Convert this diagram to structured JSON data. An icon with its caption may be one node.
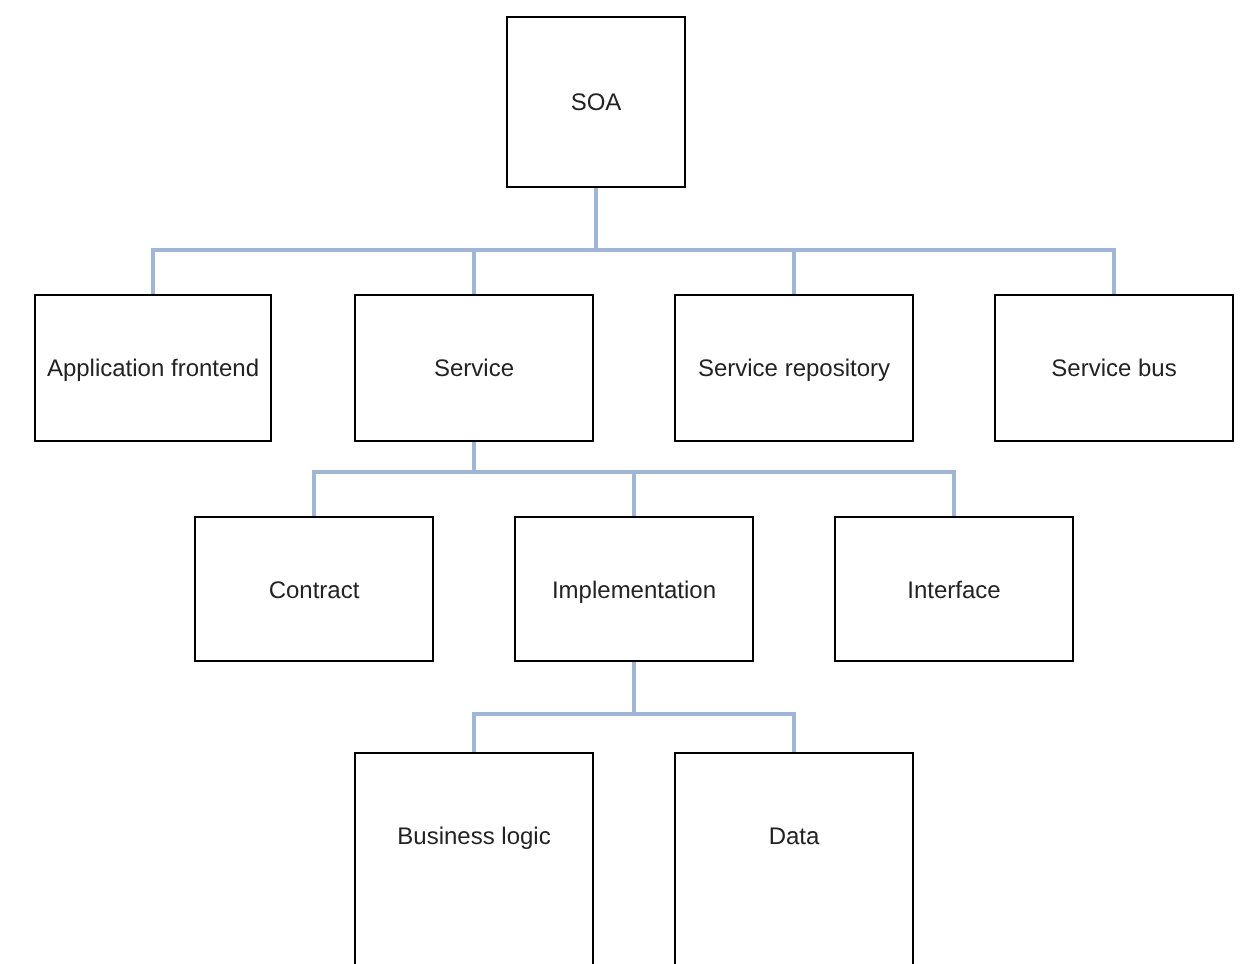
{
  "diagram": {
    "nodes": [
      {
        "text": [
          "SOA"
        ]
      },
      {
        "text": [
          "Application frontend"
        ]
      },
      {
        "text": [
          "Service"
        ]
      },
      {
        "text": [
          "Service repository"
        ]
      },
      {
        "text": [
          "Service bus"
        ]
      },
      {
        "text": [
          "Contract"
        ]
      },
      {
        "text": [
          "Implementation"
        ]
      },
      {
        "text": [
          "Interface"
        ]
      },
      {
        "text": [
          "Business logic"
        ]
      },
      {
        "text": [
          "Data"
        ]
      }
    ],
    "edges": [
      {
        "from": 0,
        "to": 1,
        "arrow": "none"
      },
      {
        "from": 0,
        "to": 2,
        "arrow": "none"
      },
      {
        "from": 0,
        "to": 3,
        "arrow": "none"
      },
      {
        "from": 0,
        "to": 4,
        "arrow": "none"
      },
      {
        "from": 2,
        "to": 5,
        "arrow": "none"
      },
      {
        "from": 2,
        "to": 6,
        "arrow": "none"
      },
      {
        "from": 2,
        "to": 7,
        "arrow": "none"
      },
      {
        "from": 6,
        "to": 8,
        "arrow": "none"
      },
      {
        "from": 6,
        "to": 9,
        "arrow": "none"
      }
    ]
  }
}
